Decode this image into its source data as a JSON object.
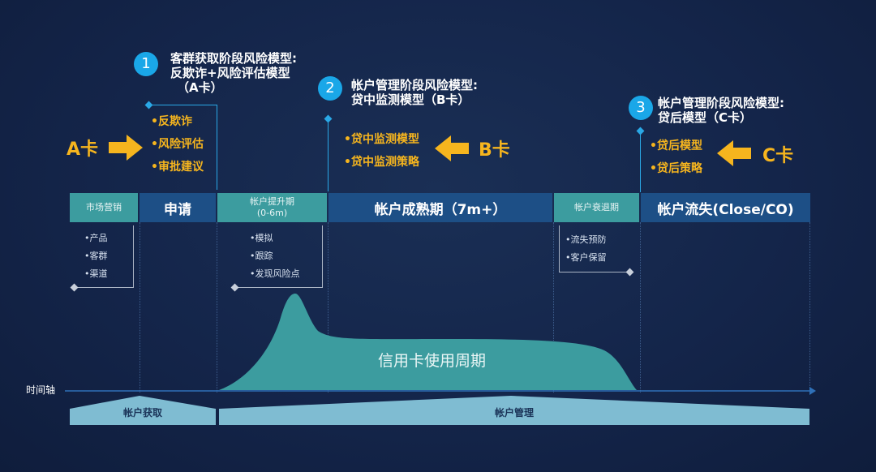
{
  "models": [
    {
      "num": "1",
      "title_lines": [
        "客群获取阶段风险模型:",
        "反欺诈+风险评估模型",
        "（A卡）"
      ],
      "items": [
        "•反欺诈",
        "•风险评估",
        "•审批建议"
      ],
      "card": "A卡"
    },
    {
      "num": "2",
      "title_lines": [
        "帐户管理阶段风险模型:",
        "贷中监测模型（B卡）"
      ],
      "items": [
        "•贷中监测模型",
        "•贷中监测策略"
      ],
      "card": "B卡"
    },
    {
      "num": "3",
      "title_lines": [
        "帐户管理阶段风险模型:",
        "贷后模型（C卡）"
      ],
      "items": [
        "•贷后模型",
        "•贷后策略"
      ],
      "card": "C卡"
    }
  ],
  "phases": {
    "market": "市场营销",
    "apply": "申请",
    "promote_line1": "帐户提升期",
    "promote_line2": "(0-6m)",
    "mature": "帐户成熟期（7m+）",
    "decline": "帐户衰退期",
    "churn": "帐户流失(Close/CO)"
  },
  "sublists": {
    "market": [
      "•产品",
      "•客群",
      "•渠道"
    ],
    "promote": [
      "•模拟",
      "•跟踪",
      "•发现风险点"
    ],
    "decline": [
      "•流失预防",
      "•客户保留"
    ]
  },
  "lifecycle_label": "信用卡使用周期",
  "timeline_label": "时间轴",
  "bands": {
    "acquire": "帐户获取",
    "manage": "帐户管理"
  },
  "colors": {
    "orange": "#f6b51e",
    "teal": "#3c9c9f",
    "navy": "#1d4f86",
    "circle": "#1aa7e8",
    "band": "#7fbcd2"
  }
}
